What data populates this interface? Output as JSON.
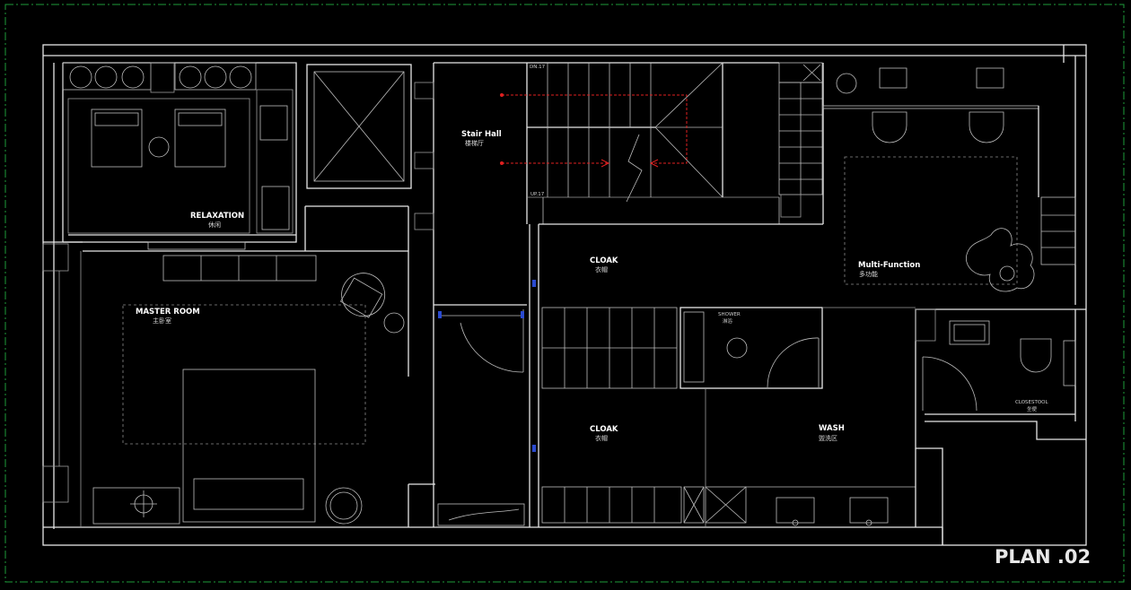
{
  "plan_title": "PLAN .02",
  "rooms": {
    "relaxation": {
      "en": "RELAXATION",
      "cn": "休闲"
    },
    "master_room": {
      "en": "MASTER ROOM",
      "cn": "主卧室"
    },
    "stair_hall": {
      "en": "Stair Hall",
      "cn": "楼梯厅"
    },
    "cloak_1": {
      "en": "CLOAK",
      "cn": "衣帽"
    },
    "cloak_2": {
      "en": "CLOAK",
      "cn": "衣帽"
    },
    "multi_function": {
      "en": "Multi-Function",
      "cn": "多功能"
    },
    "shower": {
      "en": "SHOWER",
      "cn": "淋浴"
    },
    "wash": {
      "en": "WASH",
      "cn": "盥洗区"
    },
    "closestool": {
      "en": "CLOSESTOOL",
      "cn": "坐便"
    }
  },
  "stair": {
    "dn_mark": "DN.17",
    "up_mark": "UP.17"
  },
  "colors": {
    "background": "#000000",
    "wall": "#e6e6e6",
    "frame": "#1e9b3a",
    "stair_arrow": "#e02020"
  }
}
